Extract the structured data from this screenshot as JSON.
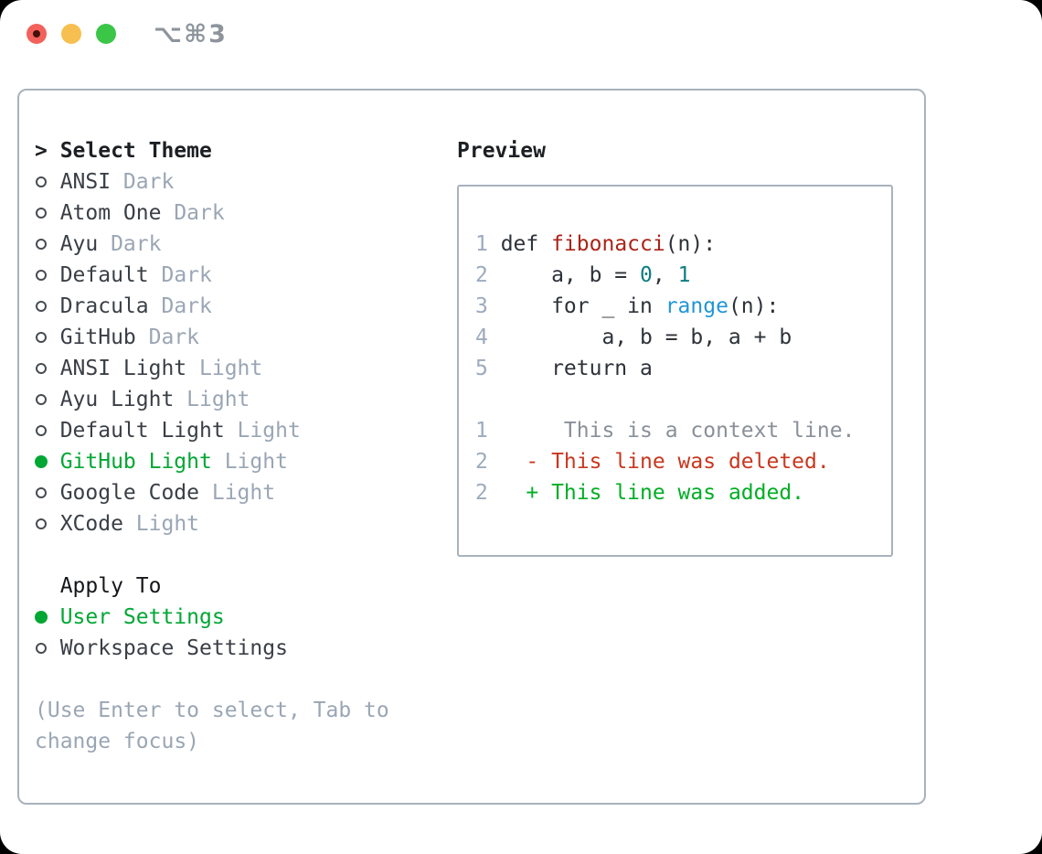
{
  "titlebar": {
    "title": "⌥⌘3"
  },
  "colors": {
    "selected_green": "#00a733",
    "added_green": "#00ae25",
    "deleted_red": "#c9371e",
    "function_red": "#ab2317",
    "number_teal": "#0d7d80",
    "builtin_blue": "#2196d6",
    "context_gray": "#8a9099",
    "muted": "#9aa6b4",
    "lineno": "#9cabbd",
    "border": "#a9b2bd",
    "text_dark": "#1c1f23",
    "item_text": "#3a3f46",
    "code_fg": "#2d3239",
    "traffic_red": "#f2615b",
    "traffic_yellow": "#f7bf4f",
    "traffic_green": "#3bc648",
    "title_gray": "#8d949c"
  },
  "theme_panel": {
    "header": "Select Theme",
    "header_prefix": ">",
    "themes": [
      {
        "name": "ANSI",
        "variant": "Dark",
        "selected": false
      },
      {
        "name": "Atom One",
        "variant": "Dark",
        "selected": false
      },
      {
        "name": "Ayu",
        "variant": "Dark",
        "selected": false
      },
      {
        "name": "Default",
        "variant": "Dark",
        "selected": false
      },
      {
        "name": "Dracula",
        "variant": "Dark",
        "selected": false
      },
      {
        "name": "GitHub",
        "variant": "Dark",
        "selected": false
      },
      {
        "name": "ANSI Light",
        "variant": "Light",
        "selected": false
      },
      {
        "name": "Ayu Light",
        "variant": "Light",
        "selected": false
      },
      {
        "name": "Default Light",
        "variant": "Light",
        "selected": false
      },
      {
        "name": "GitHub Light",
        "variant": "Light",
        "selected": true
      },
      {
        "name": "Google Code",
        "variant": "Light",
        "selected": false
      },
      {
        "name": "XCode",
        "variant": "Light",
        "selected": false
      }
    ],
    "apply_to": {
      "header": "Apply To",
      "options": [
        {
          "label": "User Settings",
          "selected": true
        },
        {
          "label": "Workspace Settings",
          "selected": false
        }
      ]
    },
    "hint_lines": [
      "(Use Enter to select, Tab to",
      "change focus)"
    ]
  },
  "preview": {
    "header": "Preview",
    "code_lines": [
      {
        "no": "1",
        "segments": [
          {
            "t": "def ",
            "c": "fg"
          },
          {
            "t": "fibonacci",
            "c": "red"
          },
          {
            "t": "(n):",
            "c": "fg"
          }
        ]
      },
      {
        "no": "2",
        "segments": [
          {
            "t": "    a, b = ",
            "c": "fg"
          },
          {
            "t": "0",
            "c": "teal"
          },
          {
            "t": ", ",
            "c": "fg"
          },
          {
            "t": "1",
            "c": "teal"
          }
        ]
      },
      {
        "no": "3",
        "segments": [
          {
            "t": "    for _ in ",
            "c": "fg"
          },
          {
            "t": "range",
            "c": "blue"
          },
          {
            "t": "(n):",
            "c": "fg"
          }
        ]
      },
      {
        "no": "4",
        "segments": [
          {
            "t": "        a, b = b, a + b",
            "c": "fg"
          }
        ]
      },
      {
        "no": "5",
        "segments": [
          {
            "t": "    return a",
            "c": "fg"
          }
        ]
      }
    ],
    "diff_lines": [
      {
        "no": "1",
        "segments": [
          {
            "t": "     This is a context line.",
            "c": "context"
          }
        ]
      },
      {
        "no": "2",
        "segments": [
          {
            "t": "  ",
            "c": "fg"
          },
          {
            "t": "- This line was deleted.",
            "c": "deleted"
          }
        ]
      },
      {
        "no": "2",
        "segments": [
          {
            "t": "  ",
            "c": "fg"
          },
          {
            "t": "+ This line was added.",
            "c": "added"
          }
        ]
      }
    ]
  }
}
